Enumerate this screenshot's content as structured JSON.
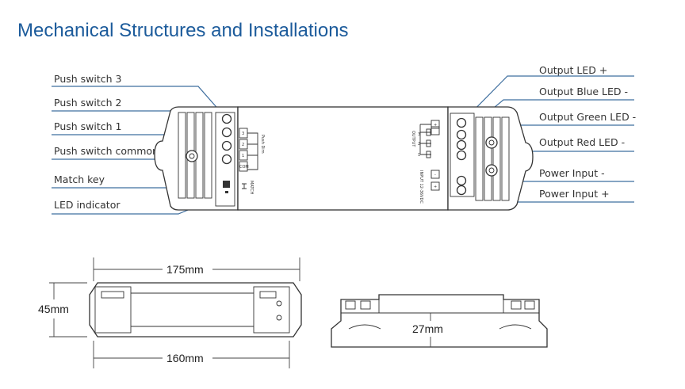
{
  "title": "Mechanical Structures and Installations",
  "left_labels": [
    "Push switch 3",
    "Push switch 2",
    "Push switch 1",
    "Push switch common",
    "Match key",
    "LED indicator"
  ],
  "right_labels": [
    "Output LED +",
    "Output Blue LED -",
    "Output Green LED -",
    "Output Red LED -",
    "Power Input -",
    "Power Input +"
  ],
  "device_marks": {
    "switch_keys": [
      "3",
      "2",
      "1",
      "COM"
    ],
    "push_dim": "Push Dim",
    "match": "MATCH",
    "output": "OUTPUT",
    "output_channels": [
      "3",
      "2",
      "1"
    ],
    "input": "INPUT 12-36VDC",
    "plus": "+",
    "minus": "-"
  },
  "dimensions": {
    "length_overall": "175mm",
    "length_body": "160mm",
    "width": "45mm",
    "height": "27mm"
  }
}
